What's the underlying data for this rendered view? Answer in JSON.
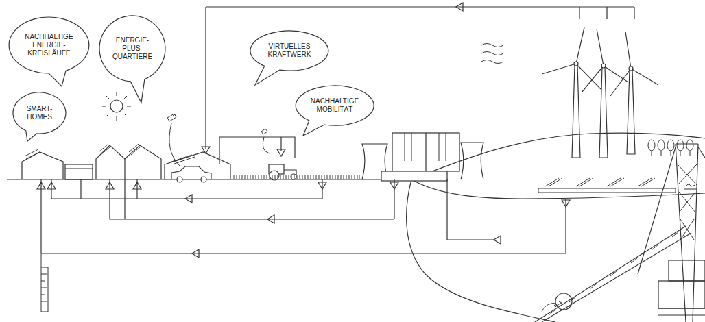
{
  "diagram": {
    "nodes": [
      {
        "text": [
          "NACHHALTIGE ENERGIE- KREISLÄUFE"
        ]
      },
      {
        "text": [
          "ENERGIE- PLUS- QUARTIERE"
        ]
      },
      {
        "text": [
          "VIRTUELLES KRAFTWERK"
        ]
      },
      {
        "text": [
          "SMART- HOMES"
        ]
      },
      {
        "text": [
          "NACHHALTIGE MOBILITÄT"
        ]
      }
    ]
  }
}
